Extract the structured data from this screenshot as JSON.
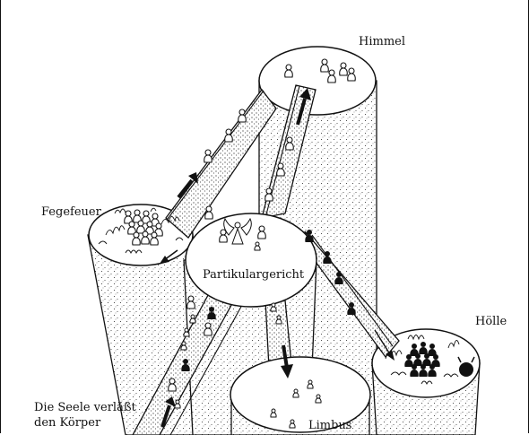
{
  "labels": {
    "heaven": "Himmel",
    "purgatory": "Fegefeuer",
    "judgment": "Partikulargericht",
    "hell": "Hölle",
    "limbo": "Limbus",
    "soul_line1": "Die Seele verläßt",
    "soul_line2": "den Körper"
  },
  "colors": {
    "ink": "#111111",
    "paper": "#ffffff"
  }
}
